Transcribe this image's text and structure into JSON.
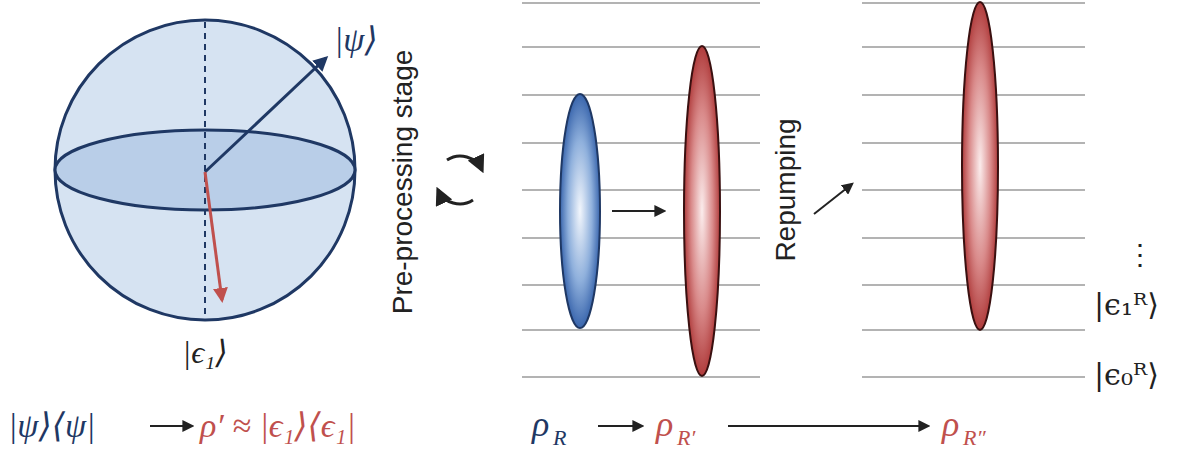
{
  "diagram": {
    "labels": [
      "|ψ⟩",
      "|ϵ₁⟩",
      "Pre-processing stage",
      "Repumping",
      "⋮",
      "|ϵ₁ᴿ⟩",
      "|ϵ₀ᴿ⟩",
      "|ψ⟩⟨ψ|",
      "ρ′ ≈ |ϵ₁⟩⟨ϵ₁|",
      "ρ",
      "R",
      "ρ",
      "R′",
      "ρ",
      "R″"
    ]
  }
}
